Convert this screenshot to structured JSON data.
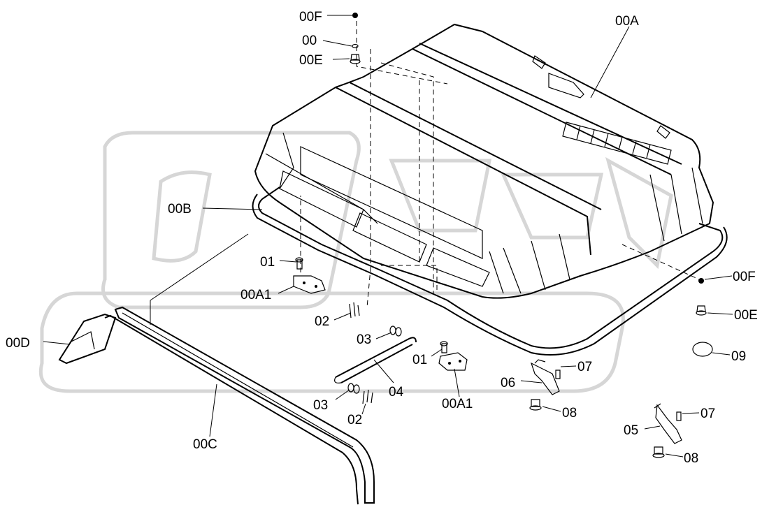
{
  "watermark": "OPEX",
  "colors": {
    "line": "#000000",
    "watermark": "#d6d6d6",
    "background": "#ffffff"
  },
  "labels": {
    "a00F_top": "00F",
    "a00_top": "00",
    "a00E_top": "00E",
    "a00A": "00A",
    "a00B": "00B",
    "a01_left": "01",
    "a00A1_left": "00A1",
    "a02_upper": "02",
    "a03_upper": "03",
    "a01_right": "01",
    "a04": "04",
    "a00A1_right": "00A1",
    "a03_lower": "03",
    "a02_lower": "02",
    "a00D": "00D",
    "a00C": "00C",
    "a00F_right": "00F",
    "a00E_right": "00E",
    "a09": "09",
    "a06": "06",
    "a07_upper": "07",
    "a08_upper": "08",
    "a05": "05",
    "a07_lower": "07",
    "a08_lower": "08"
  }
}
